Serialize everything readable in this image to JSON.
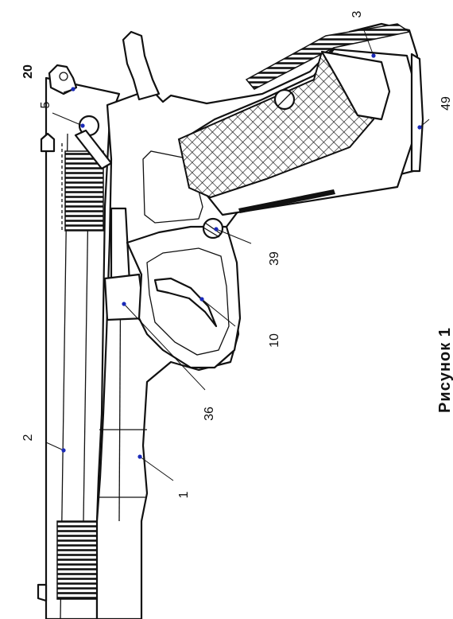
{
  "figure": {
    "caption": "Рисунок 1",
    "callouts": [
      {
        "id": "20",
        "text": "20",
        "bold": true
      },
      {
        "id": "5",
        "text": "5",
        "bold": false
      },
      {
        "id": "3",
        "text": "3",
        "bold": false
      },
      {
        "id": "49",
        "text": "49",
        "bold": false
      },
      {
        "id": "39",
        "text": "39",
        "bold": false
      },
      {
        "id": "10",
        "text": "10",
        "bold": false
      },
      {
        "id": "36",
        "text": "36",
        "bold": false
      },
      {
        "id": "2",
        "text": "2",
        "bold": false
      },
      {
        "id": "1",
        "text": "1",
        "bold": false
      }
    ]
  },
  "colors": {
    "line": "#111111",
    "callout_dot": "#1a2ab8",
    "background": "#ffffff"
  }
}
